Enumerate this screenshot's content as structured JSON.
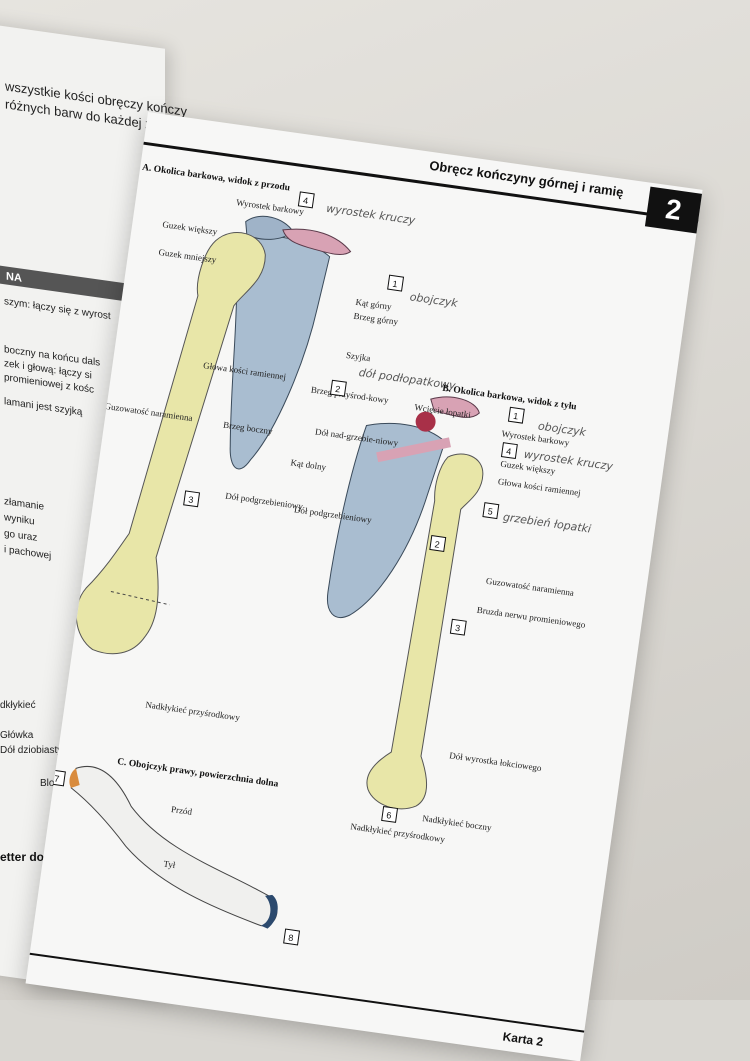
{
  "left_page": {
    "lines": [
      "wszystkie kości obręczy kończy",
      "różnych barw do każdej z nich."
    ],
    "section_label": "NA",
    "snippets": [
      "szym: łączy się z wyrost",
      "boczny na końcu dals",
      "zek i głową: łączy si",
      "promieniowej z kośc",
      "lamani jest szyjką",
      "złamanie",
      "wyniku",
      "go uraz",
      "i pachowej"
    ],
    "side_labels": [
      "dkłykieć",
      "Główka",
      "Dół dziobiasty",
      "Bloczek"
    ],
    "footer": "etter do kolorowania"
  },
  "header": {
    "title": "Obręcz kończyny górnej i ramię",
    "page_number": "2"
  },
  "section_a": {
    "title": "A. Okolica barkowa, widok z przodu",
    "labels": {
      "acromion": "Wyrostek barkowy",
      "greater_tubercle": "Guzek większy",
      "lesser_tubercle": "Guzek mniejszy",
      "superior_angle": "Kąt górny",
      "superior_border": "Brzeg górny",
      "neck": "Szyjka",
      "humerus_head": "Głowa kości ramiennej",
      "lateral_border": "Brzeg boczny",
      "medial_border": "Brzeg przyśrod-kowy",
      "inferior_angle": "Kąt dolny",
      "subscapular_fossa": "Dół podgrzebieniowy",
      "deltoid_tuberosity": "Guzowatość naramienna",
      "medial_epicondyle": "Nadkłykieć przyśrodkowy"
    },
    "boxes": [
      "4",
      "1",
      "2",
      "3"
    ],
    "handwriting": [
      "wyrostek kruczy",
      "obojczyk",
      "dół podłopatkowy"
    ]
  },
  "section_b": {
    "title": "B. Okolica barkowa, widok z tyłu",
    "labels": {
      "notch": "Wcięcie łopatki",
      "acromion": "Wyrostek barkowy",
      "greater_tubercle": "Guzek większy",
      "humerus_head": "Głowa kości ramiennej",
      "supraspinous": "Dół nad-grzebie-niowy",
      "infraspinous": "Dół podgrzebieniowy",
      "deltoid": "Guzowatość naramienna",
      "radial_groove": "Bruzda nerwu promieniowego",
      "olecranon_fossa": "Dół wyrostka łokciowego",
      "lateral_epicondyle": "Nadkłykieć boczny",
      "medial_epicondyle": "Nadkłykieć przyśrodkowy"
    },
    "boxes": [
      "1",
      "4",
      "5",
      "2",
      "3",
      "6"
    ],
    "handwriting": [
      "obojczyk",
      "wyrostek kruczy",
      "grzebień łopatki"
    ]
  },
  "section_c": {
    "title": "C. Obojczyk prawy, powierzchnia dolna",
    "front": "Przód",
    "back": "Tył",
    "boxes": [
      "7",
      "8"
    ]
  },
  "footer": {
    "card": "Karta 2"
  },
  "colors": {
    "bone_yellow": "#e8e6a8",
    "scapula_blue": "#a9bdd0",
    "clavicle_pink": "#d8a2b4",
    "coracoid_red": "#a83048",
    "cartilage_orange": "#d98b3c",
    "cartilage_navy": "#2c4a6e"
  }
}
